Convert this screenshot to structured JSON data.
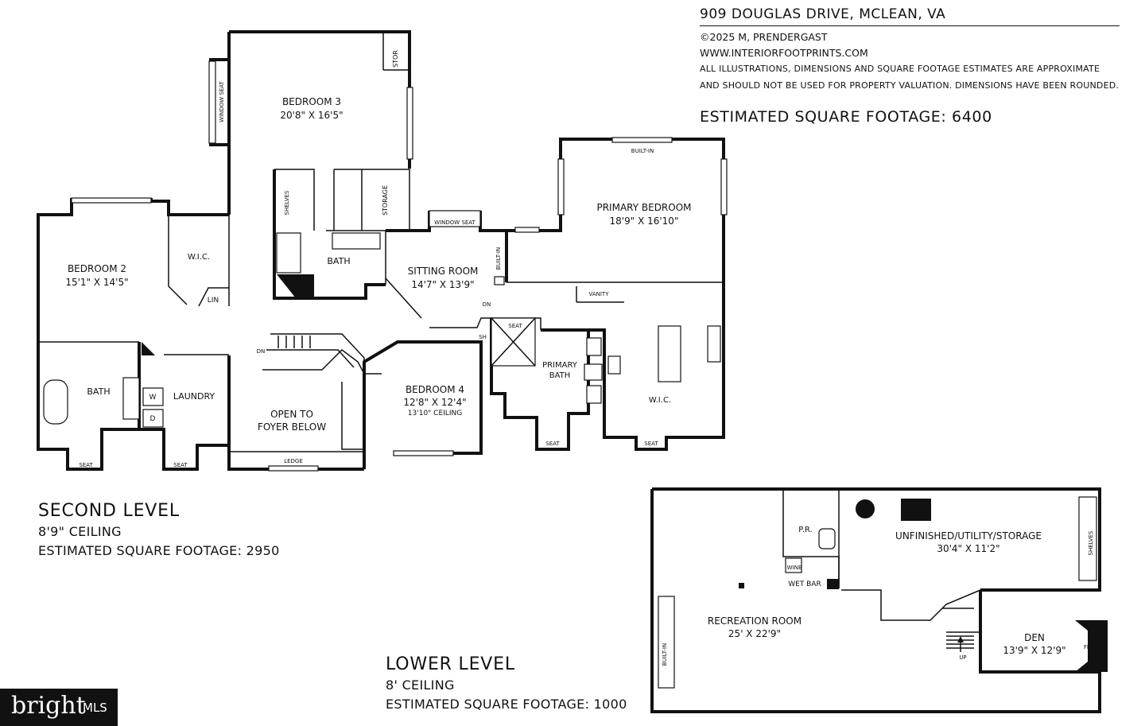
{
  "header": {
    "address": "909 DOUGLAS DRIVE, MCLEAN, VA",
    "copyright": "©2025 M, PRENDERGAST",
    "website": "WWW.INTERIORFOOTPRINTS.COM",
    "disclaimer_1": "ALL ILLUSTRATIONS, DIMENSIONS AND SQUARE FOOTAGE ESTIMATES ARE APPROXIMATE",
    "disclaimer_2": "AND  SHOULD NOT BE USED FOR PROPERTY VALUATION. DIMENSIONS HAVE BEEN ROUNDED.",
    "total_sqft": "ESTIMATED SQUARE FOOTAGE: 6400"
  },
  "second_level": {
    "title": "SECOND LEVEL",
    "ceiling": "8'9\" CEILING",
    "sqft": "ESTIMATED SQUARE FOOTAGE: 2950",
    "rooms": {
      "bedroom3": {
        "name": "BEDROOM 3",
        "dims": "20'8\" X 16'5\""
      },
      "primary_bedroom": {
        "name": "PRIMARY BEDROOM",
        "dims": "18'9\" X 16'10\""
      },
      "bedroom2": {
        "name": "BEDROOM 2",
        "dims": "15'1\" X 14'5\""
      },
      "sitting_room": {
        "name": "SITTING ROOM",
        "dims": "14'7\" X 13'9\""
      },
      "bedroom4": {
        "name": "BEDROOM 4",
        "dims": "12'8\" X 12'4\"",
        "ceiling": "13'10\" CEILING"
      },
      "open_foyer": {
        "line1": "OPEN TO",
        "line2": "FOYER BELOW"
      },
      "primary_bath": {
        "line1": "PRIMARY",
        "line2": "BATH"
      },
      "bath_upper": "BATH",
      "bath_left": "BATH",
      "laundry": "LAUNDRY",
      "wic_primary": "W.I.C.",
      "wic_bed2": "W.I.C."
    },
    "labels": {
      "window_seat_vertical": "WINDOW SEAT",
      "stor": "STOR",
      "shelves": "SHELVES",
      "storage": "STORAGE",
      "window_seat": "WINDOW SEAT",
      "built_in_top": "BUILT-IN",
      "built_in_side": "BUILT-IN",
      "lin": "LIN",
      "dn_stairs": "DN",
      "dn_sitting": "DN",
      "seat_primary_bath_top": "SEAT",
      "sh": "SH",
      "vanity": "VANITY",
      "washer": "W",
      "dryer": "D",
      "ledge": "LEDGE",
      "seat_bath": "SEAT",
      "seat_laundry": "SEAT",
      "seat_primary_bath": "SEAT",
      "seat_wic": "SEAT"
    }
  },
  "lower_level": {
    "title": "LOWER LEVEL",
    "ceiling": "8' CEILING",
    "sqft": "ESTIMATED SQUARE FOOTAGE: 1000",
    "rooms": {
      "recreation": {
        "name": "RECREATION ROOM",
        "dims": "25' X 22'9\""
      },
      "unfinished": {
        "name": "UNFINISHED/UTILITY/STORAGE",
        "dims": "30'4\" X 11'2\""
      },
      "den": {
        "name": "DEN",
        "dims": "13'9\" X 12'9\""
      },
      "powder": "P.R."
    },
    "labels": {
      "wine": "WINE",
      "wet_bar": "WET BAR",
      "shelves": "SHELVES",
      "built_in": "BUILT-IN",
      "up": "UP",
      "fp": "FP"
    }
  },
  "brand": {
    "bright": "bright",
    "mls": "MLS"
  }
}
